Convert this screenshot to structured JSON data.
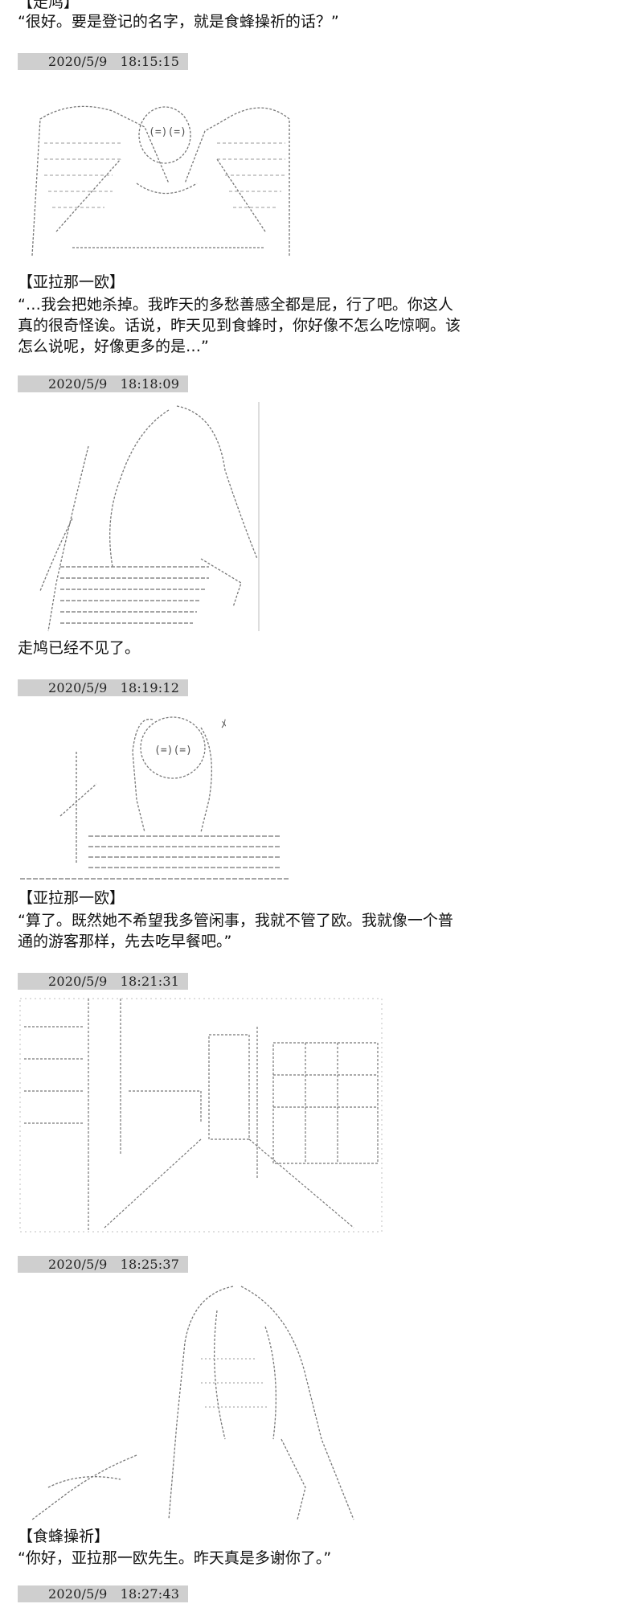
{
  "blocks": [
    {
      "speaker": "【走鸠】",
      "lines": [
        "“很好。要是登记的名字，就是食蜂操祈的话？”"
      ]
    },
    {
      "timestamp": "2020/5/9　18:15:15"
    },
    {
      "speaker": "【亚拉那一欧】",
      "lines": [
        "“…我会把她杀掉。我昨天的多愁善感全都是屁，行了吧。你这人",
        "真的很奇怪诶。话说，昨天见到食蜂时，你好像不怎么吃惊啊。该",
        "怎么说呢，好像更多的是…”"
      ]
    },
    {
      "timestamp": "2020/5/9　18:18:09"
    },
    {
      "narration": "走鸠已经不见了。"
    },
    {
      "timestamp": "2020/5/9　18:19:12"
    },
    {
      "speaker": "【亚拉那一欧】",
      "lines": [
        "“算了。既然她不希望我多管闲事，我就不管了欧。我就像一个普",
        "通的游客那样，先去吃早餐吧。”"
      ]
    },
    {
      "timestamp": "2020/5/9　18:21:31"
    },
    {
      "timestamp": "2020/5/9　18:25:37"
    },
    {
      "speaker": "【食蜂操祈】",
      "lines": [
        "“你好，亚拉那一欧先生。昨天真是多谢你了。”"
      ]
    },
    {
      "timestamp": "2020/5/9　18:27:43"
    }
  ],
  "art_glyphs": {
    "face": "(=)(=)",
    "vein": "ﾒ"
  }
}
